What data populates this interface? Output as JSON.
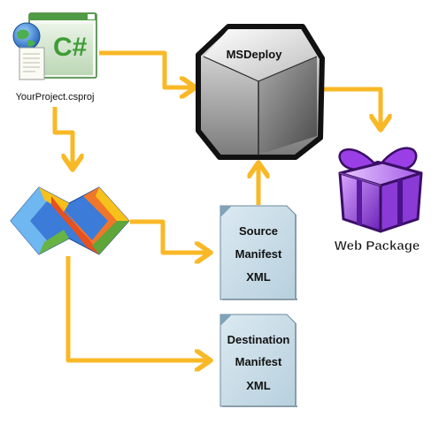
{
  "colors": {
    "arrow": "#f9b826",
    "background": "#ffffff",
    "manifest_fill": "#c8dde8",
    "cube_gradient_top": "#f2f2f2",
    "cube_gradient_bottom": "#6f6f6f",
    "package_purple": "#8a3bd6",
    "csharp_green": "#3f9c35"
  },
  "nodes": {
    "project": {
      "label": "YourProject.csproj",
      "icon": "csharp-project-icon"
    },
    "msbuild": {
      "icon": "visual-studio-logo-icon"
    },
    "msdeploy": {
      "label": "MSDeploy",
      "icon": "cube-icon"
    },
    "source_manifest": {
      "line1": "Source",
      "line2": "Manifest",
      "line3": "XML",
      "icon": "document-icon"
    },
    "destination_manifest": {
      "line1": "Destination",
      "line2": "Manifest",
      "line3": "XML",
      "icon": "document-icon"
    },
    "web_package": {
      "label": "Web Package",
      "icon": "gift-box-icon"
    }
  }
}
